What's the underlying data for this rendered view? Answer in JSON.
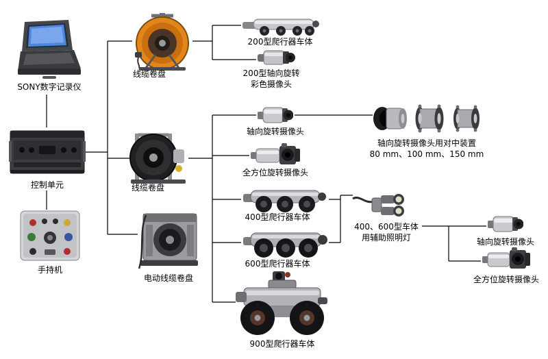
{
  "diagram": {
    "background": "#ffffff",
    "line_color": "#000000",
    "accent_colors": {
      "reel_orange": "#e2861c",
      "screen_blue": "#4f86e0"
    },
    "nodes": {
      "recorder": {
        "label": "SONY数字记录仪"
      },
      "control_unit": {
        "label": "控制单元"
      },
      "handheld": {
        "label": "手持机"
      },
      "cable_reel_top": {
        "label": "线缆卷盘"
      },
      "cable_reel_mid": {
        "label": "线缆卷盘"
      },
      "motor_cable_reel": {
        "label": "电动线缆卷盘"
      },
      "crawler_200": {
        "label": "200型爬行器车体"
      },
      "camera_200": {
        "line1": "200型轴向旋转",
        "line2": "彩色摄像头"
      },
      "axial_camera": {
        "label": "轴向旋转摄像头"
      },
      "centering_device": {
        "line1": "轴向旋转摄像头用对中装置",
        "line2": "80 mm、100 mm、150 mm"
      },
      "omni_camera": {
        "label": "全方位旋转摄像头"
      },
      "crawler_400": {
        "label": "400型爬行器车体"
      },
      "aux_light": {
        "line1": "400、600型车体",
        "line2": "用辅助照明灯"
      },
      "crawler_600": {
        "label": "600型爬行器车体"
      },
      "axial_camera_right": {
        "label": "轴向旋转摄像头"
      },
      "omni_camera_right": {
        "label": "全方位旋转摄像头"
      },
      "crawler_900": {
        "label": "900型爬行器车体"
      }
    }
  }
}
